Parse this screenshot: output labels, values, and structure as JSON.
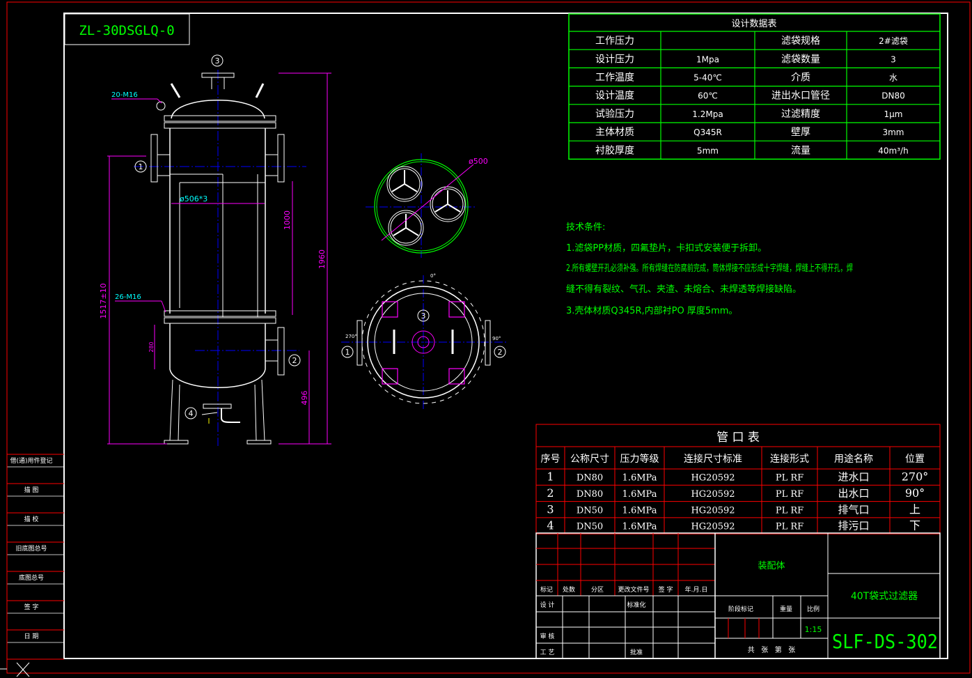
{
  "drawing_code": "ZL-30DSGLQ-0",
  "design_table": {
    "title": "设计数据表",
    "rows": [
      [
        "工作压力",
        "",
        "滤袋规格",
        "2#滤袋"
      ],
      [
        "设计压力",
        "1Mpa",
        "滤袋数量",
        "3"
      ],
      [
        "工作温度",
        "5-40℃",
        "介质",
        "水"
      ],
      [
        "设计温度",
        "60℃",
        "进出水口管径",
        "DN80"
      ],
      [
        "试验压力",
        "1.2Mpa",
        "过滤精度",
        "1μm"
      ],
      [
        "主体材质",
        "Q345R",
        "壁厚",
        "3mm"
      ],
      [
        "衬胶厚度",
        "5mm",
        "流量",
        "40m³/h"
      ]
    ]
  },
  "tech": {
    "title": "技术条件:",
    "lines": [
      "1.滤袋PP材质，四氟垫片，卡扣式安装便于拆卸。",
      "2.所有螺壁开孔必须补强。所有焊缝在防腐前完成，筒体焊接不应形成十字焊缝，焊缝上不得开孔，焊",
      "缝不得有裂纹、气孔、夹渣、未熔合、未焊透等焊接缺陷。",
      "3.壳体材质Q345R,内部衬PO 厚度5mm。"
    ]
  },
  "nozzle_table": {
    "title": "管 口 表",
    "headers": [
      "序号",
      "公称尺寸",
      "压力等级",
      "连接尺寸标准",
      "连接形式",
      "用途名称",
      "位置"
    ],
    "rows": [
      [
        "1",
        "DN80",
        "1.6MPa",
        "HG20592",
        "PL RF",
        "进水口",
        "270°"
      ],
      [
        "2",
        "DN80",
        "1.6MPa",
        "HG20592",
        "PL RF",
        "出水口",
        "90°"
      ],
      [
        "3",
        "DN50",
        "1.6MPa",
        "HG20592",
        "PL RF",
        "排气口",
        "上"
      ],
      [
        "4",
        "DN50",
        "1.6MPa",
        "HG20592",
        "PL RF",
        "排污口",
        "下"
      ]
    ]
  },
  "side_stamps": [
    "借(通)用件登记",
    "描 图",
    "描 校",
    "旧底图总号",
    "底图总号",
    "签 字",
    "日 期"
  ],
  "title_block": {
    "rev_headers": [
      "标记",
      "处数",
      "分区",
      "更改文件号",
      "签 字",
      "年.月.日"
    ],
    "design": "设 计",
    "standardize": "标准化",
    "review": "审 核",
    "process": "工 艺",
    "approve": "批准",
    "assembly": "装配体",
    "stage": "阶段标记",
    "weight": "重量",
    "scale_label": "比例",
    "scale": "1:15",
    "sheets": "共   张   第   张",
    "product": "40T袋式过滤器",
    "doc_no": "SLF-DS-302"
  },
  "dims": {
    "bolt_top": "20-M16",
    "bolt_mid": "26-M16",
    "shell_dia": "ø506*3",
    "height_total": "1960",
    "bag_len": "1000",
    "inlet_h": "1517±10",
    "outlet_h": "496",
    "small": "280",
    "plan_dia": "ø500",
    "deg0": "0°",
    "deg90": "90°",
    "deg270": "270°"
  },
  "balloons": [
    "1",
    "2",
    "3",
    "4"
  ],
  "colors": {
    "frame": "#ff0000",
    "green": "#00ff00",
    "white": "#ffffff",
    "magenta": "#ff00ff",
    "blue": "#0000ff",
    "cyan": "#00ffff",
    "yellow": "#ffff00"
  }
}
